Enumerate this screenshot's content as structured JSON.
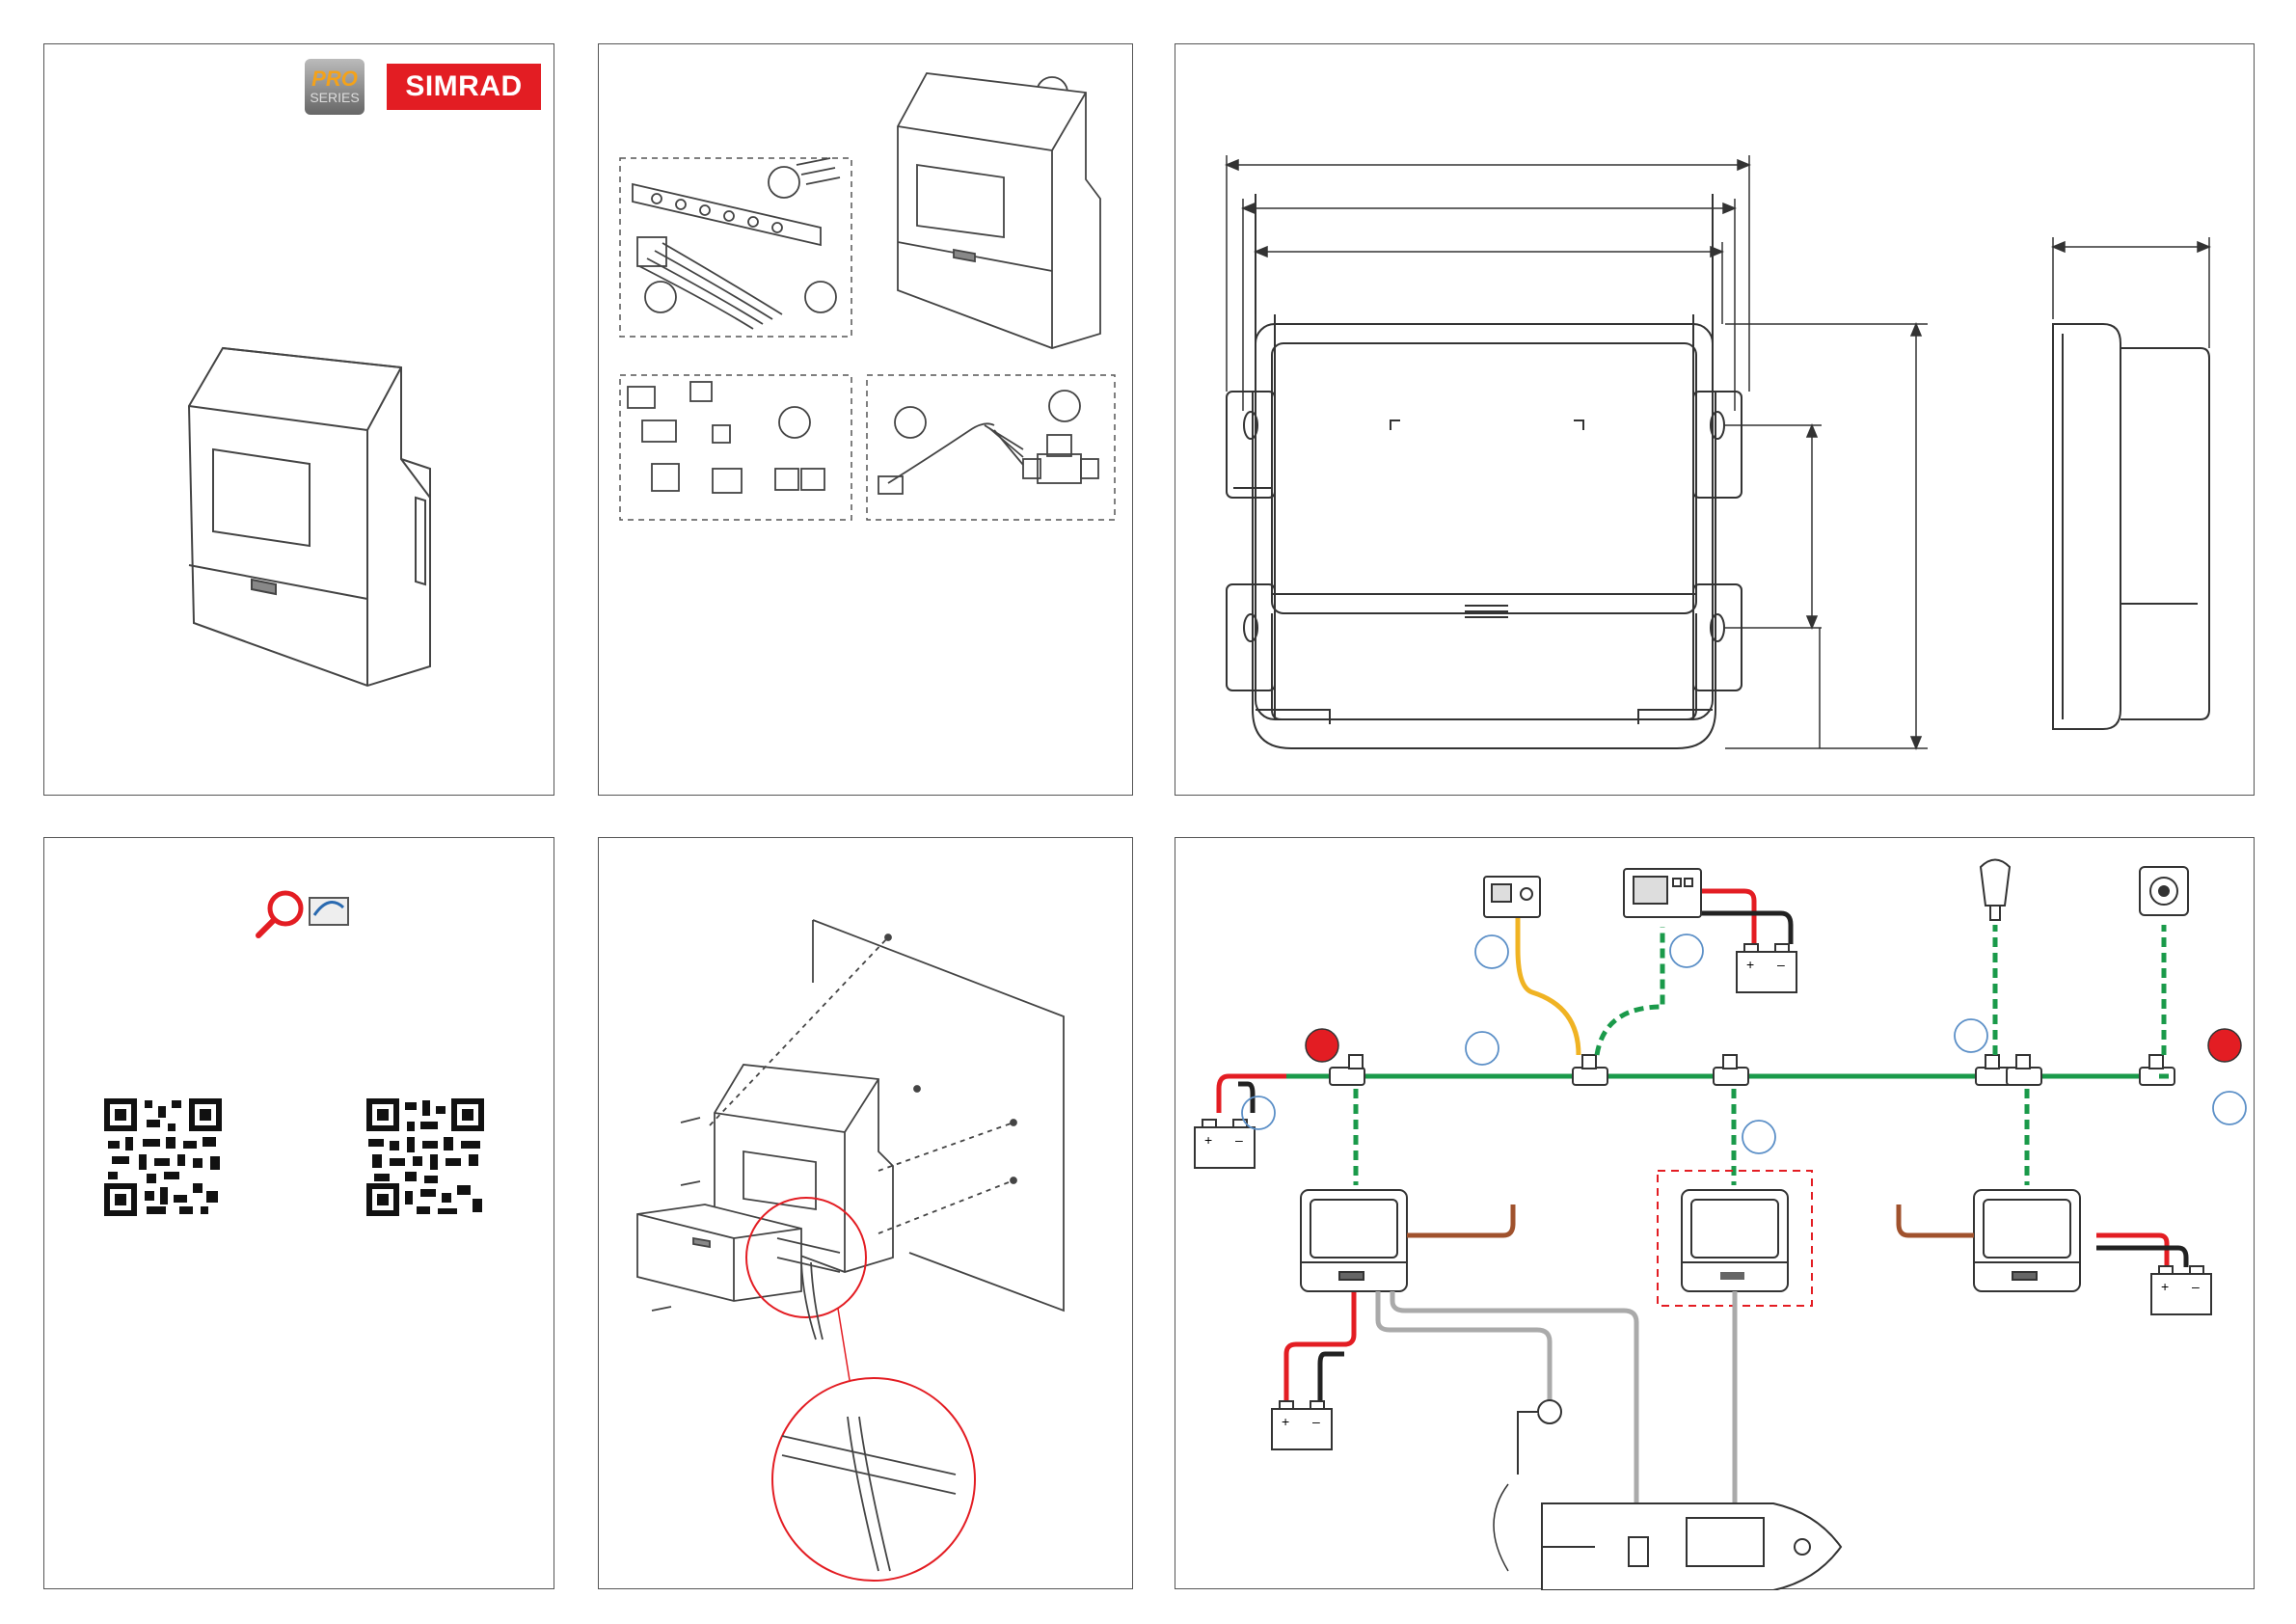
{
  "brand": {
    "name": "SIMRAD",
    "badge_line1": "PRO",
    "badge_line2": "SERIES",
    "brand_color": "#e31d23",
    "badge_accent": "#f3a21b"
  },
  "diagram_colors": {
    "backbone": "#1a9a4a",
    "spur": "#1a9a4a",
    "power_positive": "#e31d23",
    "power_negative": "#222222",
    "drop_cable": "#f0b323",
    "drive_cable": "#a0522d",
    "sensor_cable": "#aaaaaa",
    "terminator": "#e31d23",
    "optional_box": "#e31d23"
  },
  "battery_labels": {
    "positive": "+",
    "negative": "–"
  },
  "icons": {
    "search": "magnifier-icon",
    "manual": "manual-icon"
  }
}
